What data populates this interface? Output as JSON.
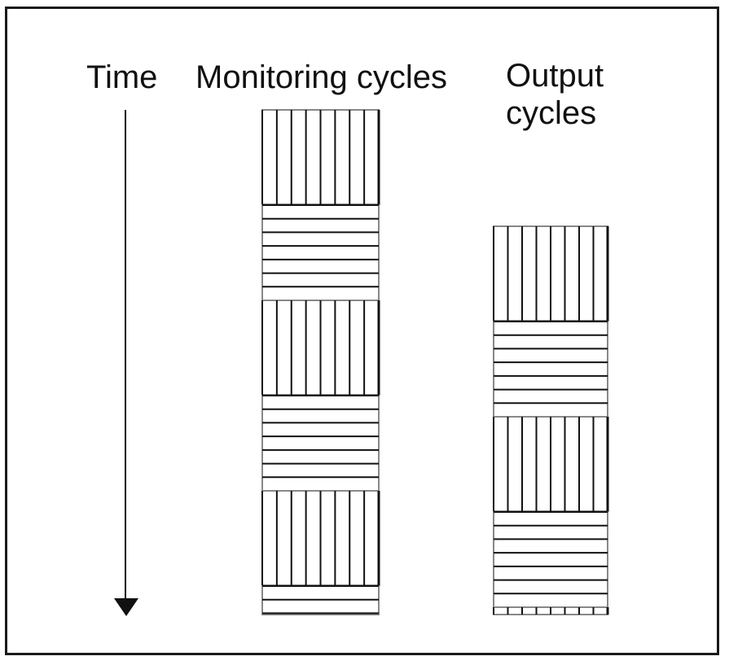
{
  "labels": {
    "time": "Time",
    "monitoring": "Monitoring cycles",
    "output_line1": "Output",
    "output_line2": "cycles"
  },
  "columns": {
    "monitoring": [
      "vertical",
      "horizontal",
      "vertical",
      "horizontal",
      "vertical",
      "horizontal"
    ],
    "output": [
      "vertical",
      "horizontal",
      "vertical",
      "horizontal",
      "vertical"
    ]
  },
  "colors": {
    "ink": "#111111",
    "frame": "#1a1a1a",
    "background": "#ffffff"
  }
}
